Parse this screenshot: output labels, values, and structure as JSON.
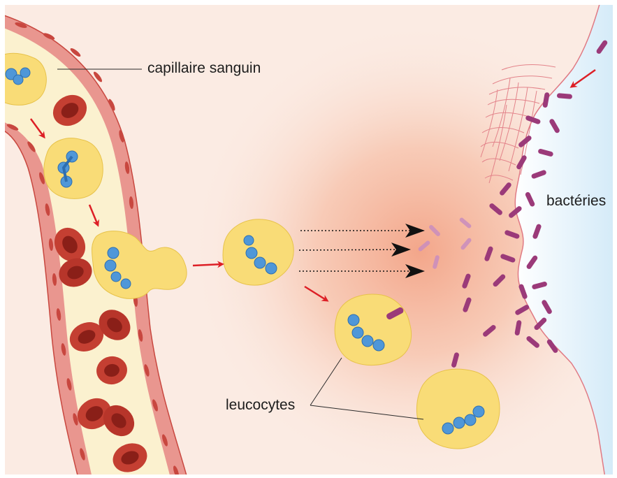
{
  "labels": {
    "capillary": "capillaire sanguin",
    "bacteria": "bactéries",
    "leucocytes": "leucocytes"
  },
  "colors": {
    "tissue": "#fbebe3",
    "inflammation": "#f3a98f",
    "vessel_wall": "#e9968f",
    "vessel_cell": "#c8473f",
    "plasma": "#fbf1cf",
    "red_cell": "#b7352a",
    "leucocyte": "#f9dc77",
    "nucleus": "#4f97d8",
    "bacterium": "#9b3a79",
    "migration_arrow": "#dd1f26",
    "chemotaxis_arrow": "#111111",
    "outside": "#dff0fa"
  },
  "icons": [
    "red-blood-cell",
    "leucocyte",
    "bacterium",
    "migration-arrow",
    "chemotaxis-arrow"
  ]
}
